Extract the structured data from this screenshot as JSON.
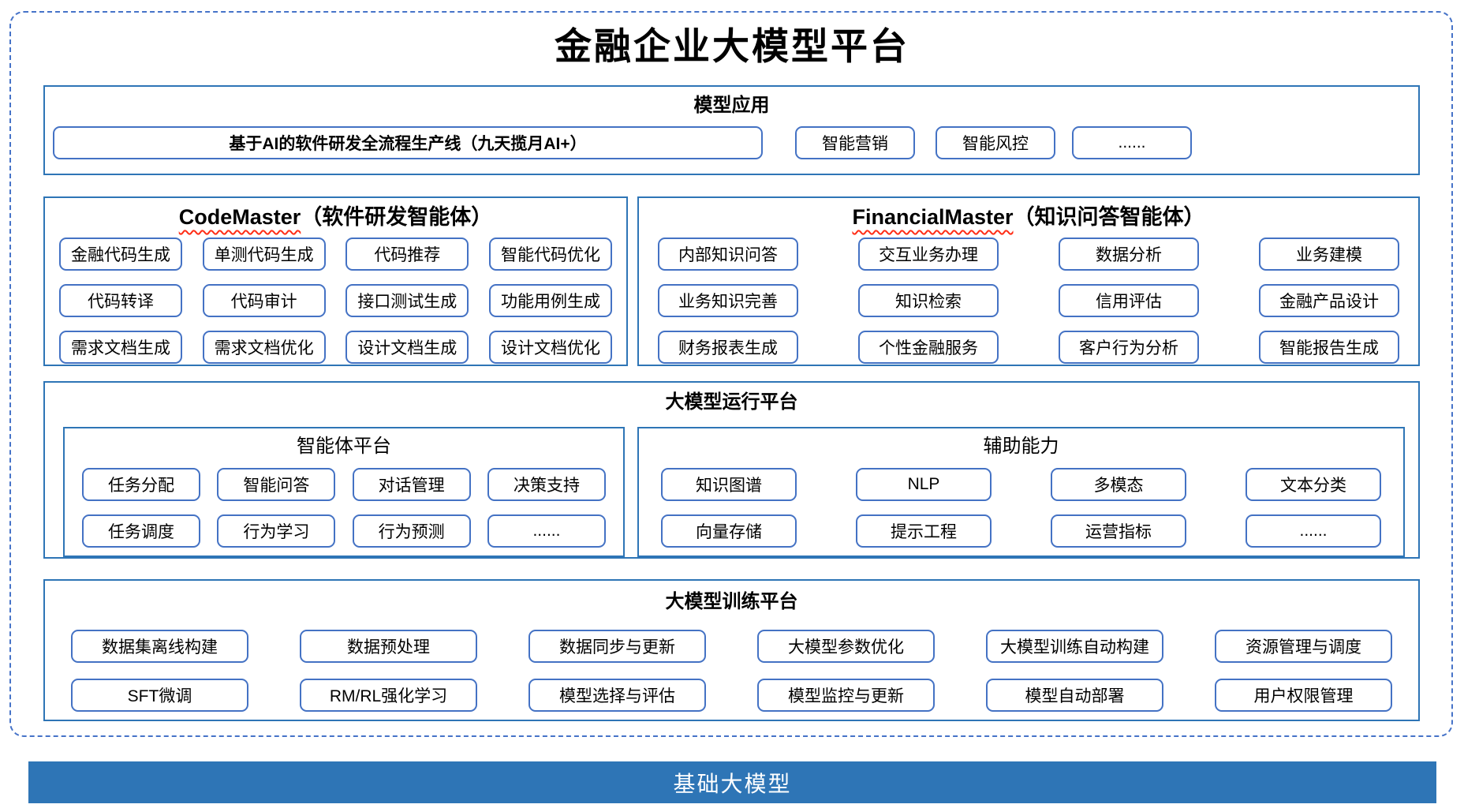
{
  "title": "金融企业大模型平台",
  "colors": {
    "frame_dashed_blue": "#4673C8",
    "section_border_blue": "#2E75B6",
    "button_border_blue": "#4472C4",
    "base_bar_blue": "#2E75B6",
    "wavy_underline_red": "#FF2D16"
  },
  "model_application": {
    "header": "模型应用",
    "pipeline_button": "基于AI的软件研发全流程生产线（九天揽月AI+）",
    "buttons": [
      "智能营销",
      "智能风控",
      "......"
    ]
  },
  "code_master": {
    "name_en": "CodeMaster",
    "name_zh": "（软件研发智能体）",
    "rows": [
      [
        "金融代码生成",
        "单测代码生成",
        "代码推荐",
        "智能代码优化"
      ],
      [
        "代码转译",
        "代码审计",
        "接口测试生成",
        "功能用例生成"
      ],
      [
        "需求文档生成",
        "需求文档优化",
        "设计文档生成",
        "设计文档优化"
      ]
    ]
  },
  "financial_master": {
    "name_en": "FinancialMaster",
    "name_zh": "（知识问答智能体）",
    "rows": [
      [
        "内部知识问答",
        "交互业务办理",
        "数据分析",
        "业务建模"
      ],
      [
        "业务知识完善",
        "知识检索",
        "信用评估",
        "金融产品设计"
      ],
      [
        "财务报表生成",
        "个性金融服务",
        "客户行为分析",
        "智能报告生成"
      ]
    ]
  },
  "runtime_platform": {
    "header": "大模型运行平台",
    "agent_platform": {
      "header": "智能体平台",
      "rows": [
        [
          "任务分配",
          "智能问答",
          "对话管理",
          "决策支持"
        ],
        [
          "任务调度",
          "行为学习",
          "行为预测",
          "......"
        ]
      ]
    },
    "auxiliary": {
      "header": "辅助能力",
      "rows": [
        [
          "知识图谱",
          "NLP",
          "多模态",
          "文本分类"
        ],
        [
          "向量存储",
          "提示工程",
          "运营指标",
          "......"
        ]
      ]
    }
  },
  "training_platform": {
    "header": "大模型训练平台",
    "rows": [
      [
        "数据集离线构建",
        "数据预处理",
        "数据同步与更新",
        "大模型参数优化",
        "大模型训练自动构建",
        "资源管理与调度"
      ],
      [
        "SFT微调",
        "RM/RL强化学习",
        "模型选择与评估",
        "模型监控与更新",
        "模型自动部署",
        "用户权限管理"
      ]
    ]
  },
  "base_model_bar": {
    "label": "基础大模型"
  }
}
